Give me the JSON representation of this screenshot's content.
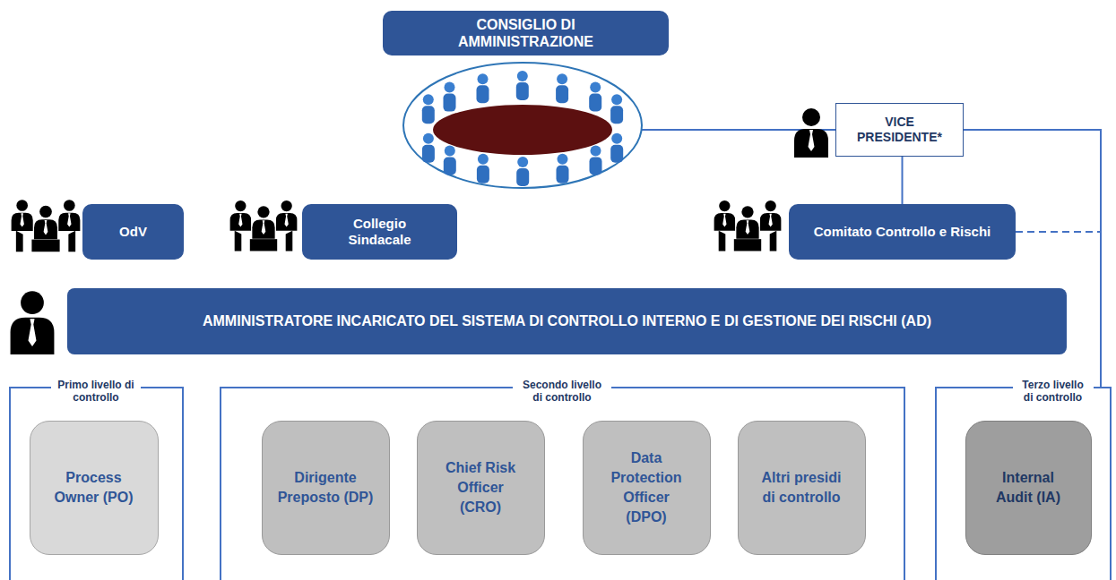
{
  "diagram": {
    "nodes": [
      {
        "text": [
          "CONSIGLIO DI AMMINISTRAZIONE"
        ]
      },
      {
        "text": [
          "VICE PRESIDENTE*"
        ]
      },
      {
        "text": [
          "OdV"
        ]
      },
      {
        "text": [
          "Collegio Sindacale"
        ]
      },
      {
        "text": [
          "Comitato Controllo e Rischi"
        ]
      },
      {
        "text": [
          "AMMINISTRATORE INCARICATO DEL SISTEMA DI CONTROLLO INTERNO E DI GESTIONE DEI RISCHI (AD)"
        ]
      },
      {
        "text": [
          "Primo livello di controllo"
        ]
      },
      {
        "text": [
          "Process Owner (PO)"
        ],
        "in": 6
      },
      {
        "text": [
          "Secondo livello di controllo"
        ]
      },
      {
        "text": [
          "Dirigente Preposto (DP)"
        ],
        "in": 8
      },
      {
        "text": [
          "Chief Risk Officer (CRO)"
        ],
        "in": 8
      },
      {
        "text": [
          "Data Protection Officer (DPO)"
        ],
        "in": 8
      },
      {
        "text": [
          "Altri presidi di controllo"
        ],
        "in": 8
      },
      {
        "text": [
          "Terzo livello di controllo"
        ]
      },
      {
        "text": [
          "Internal Audit (IA)"
        ],
        "in": 13
      }
    ],
    "edges": [
      {
        "from": 0,
        "to": 1,
        "arrow": "none"
      },
      {
        "from": 1,
        "to": 4,
        "arrow": "none"
      },
      {
        "from": 1,
        "to": 13,
        "arrow": "none"
      },
      {
        "from": 4,
        "to": 13,
        "arrow": "none"
      }
    ]
  }
}
